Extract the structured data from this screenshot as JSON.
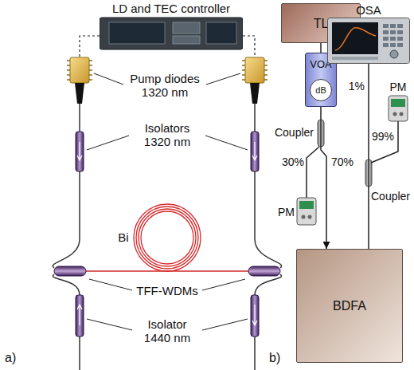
{
  "diagram": {
    "nodes": [
      {
        "text": [
          "LD and TEC controller"
        ]
      },
      {
        "text": [
          "TL"
        ]
      },
      {
        "text": [
          "VOA",
          "dB"
        ]
      },
      {
        "text": [
          "OSA"
        ]
      },
      {
        "text": [
          "BDFA"
        ]
      }
    ],
    "edges": [
      {
        "from": 1,
        "to": 2,
        "arrow": "none"
      },
      {
        "from": 2,
        "to": 4,
        "arrow": "to"
      },
      {
        "from": 4,
        "to": 3,
        "arrow": "none"
      }
    ],
    "labels": [
      "Pump diodes 1320 nm",
      "Isolators 1320 nm",
      "Bi",
      "TFF-WDMs",
      "Isolator 1440 nm",
      "a)",
      "Coupler",
      "30%",
      "70%",
      "PM",
      "1%",
      "99%",
      "PM",
      "Coupler",
      "b)"
    ]
  }
}
